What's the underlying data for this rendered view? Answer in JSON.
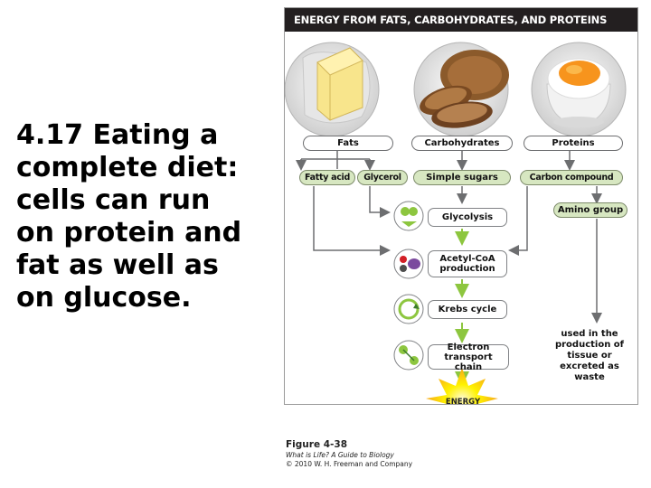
{
  "slide": {
    "title": "4.17  Eating a\ncomplete diet:\ncells can run\non protein and\nfat as well as\non glucose."
  },
  "figure": {
    "header": "ENERGY FROM FATS, CARBOHYDRATES, AND PROTEINS",
    "sources": {
      "fats": "Fats",
      "carbohydrates": "Carbohydrates",
      "proteins": "Proteins"
    },
    "products": {
      "fatty_acid": "Fatty acid",
      "glycerol": "Glycerol",
      "simple_sugars": "Simple sugars",
      "carbon_compound": "Carbon compound",
      "amino_group": "Amino group"
    },
    "steps": {
      "glycolysis": "Glycolysis",
      "acetyl_coa": "Acetyl-CoA production",
      "krebs": "Krebs cycle",
      "electron_transport": "Electron transport chain"
    },
    "energy": "ENERGY",
    "amino_note": "used in the\nproduction of\ntissue or\nexcreted as\nwaste",
    "colors": {
      "header_bg": "#231f20",
      "product_fill": "#d7e7c1",
      "arrow": "#6d6e70",
      "energy_arrow": "#8dc63f",
      "energy_burst": "#fff200"
    }
  },
  "caption": {
    "figure_number": "Figure 4-38",
    "book": "What is Life? A Guide to Biology",
    "copyright": "© 2010 W. H. Freeman and Company"
  }
}
